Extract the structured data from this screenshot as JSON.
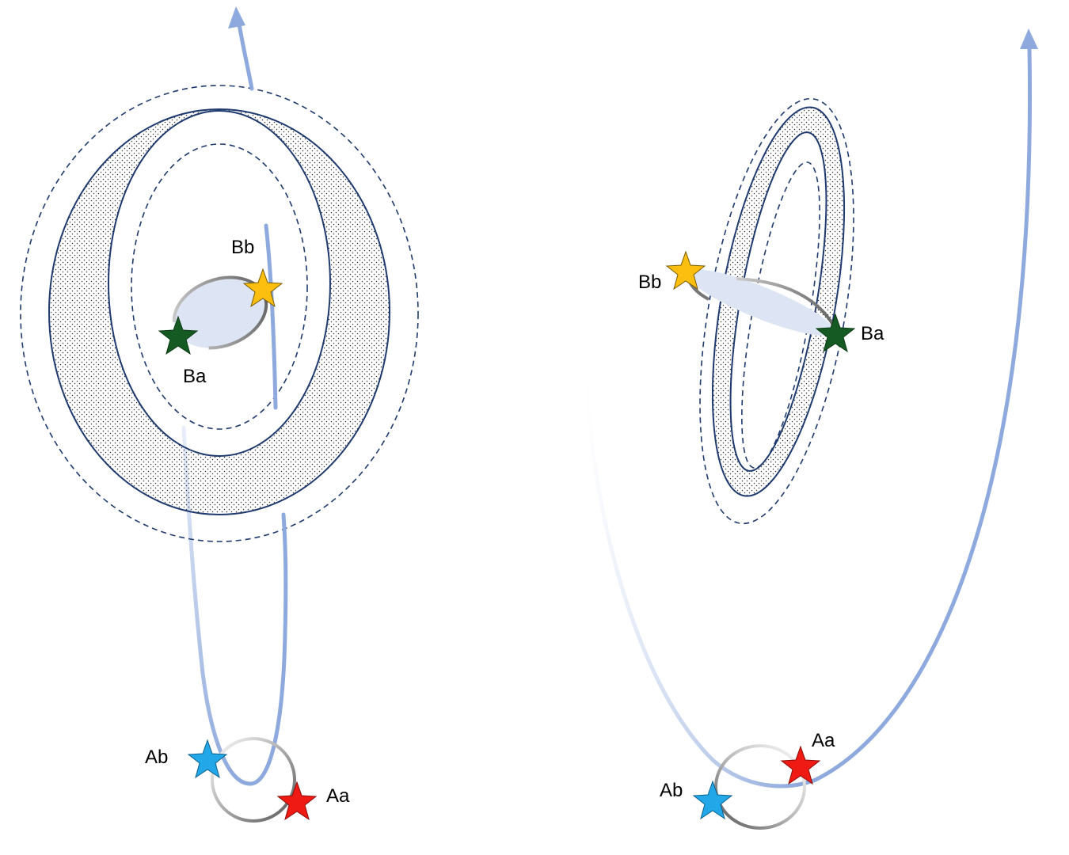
{
  "panels": [
    {
      "id": "left",
      "stars": [
        {
          "label": "Bb",
          "color": "#fcbf10"
        },
        {
          "label": "Ba",
          "color": "#165a23"
        },
        {
          "label": "Ab",
          "color": "#22a7e8"
        },
        {
          "label": "Aa",
          "color": "#f01a14"
        }
      ]
    },
    {
      "id": "right",
      "stars": [
        {
          "label": "Bb",
          "color": "#fcbf10"
        },
        {
          "label": "Ba",
          "color": "#165a23"
        },
        {
          "label": "Aa",
          "color": "#f01a14"
        },
        {
          "label": "Ab",
          "color": "#22a7e8"
        }
      ]
    }
  ],
  "colors": {
    "orbit": "#8ea9dd",
    "ring_stroke": "#1f3a6e",
    "disk_fill": "#dde5f5",
    "inner_orbit_edge": "#9a9a9a",
    "stipple": "#333333",
    "background": "#ffffff"
  },
  "icons": [
    "star-icon",
    "arrowhead-icon"
  ]
}
